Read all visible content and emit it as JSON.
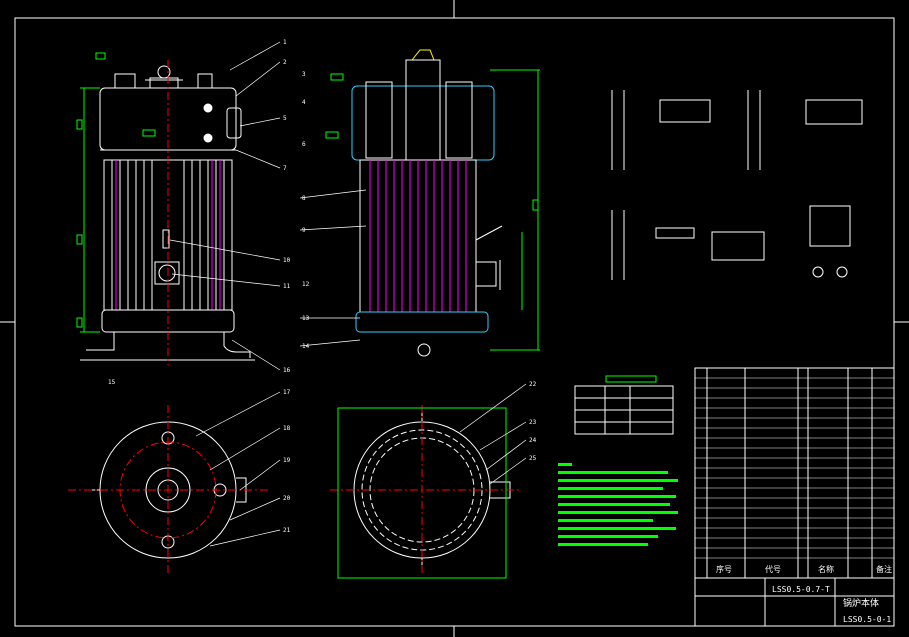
{
  "drawing": {
    "colors": {
      "background": "#000000",
      "line": "#ffffff",
      "dimension": "#00ff00",
      "centerline": "#ff0000",
      "hidden": "#ff00ff",
      "outline": "#33ccff",
      "fill": "#ffff00"
    },
    "balloons": [
      "1",
      "2",
      "3",
      "4",
      "5",
      "6",
      "7",
      "8",
      "9",
      "10",
      "11",
      "12",
      "13",
      "14",
      "15",
      "16",
      "17",
      "18",
      "19",
      "20",
      "21",
      "22",
      "23",
      "24",
      "25"
    ],
    "title_block": {
      "header_left": "序号",
      "header_mid": "代号",
      "header_name": "名称",
      "header_right": "备注",
      "drawing_no": "LSS0.5-0.7-T",
      "title": "锅炉本体",
      "sheet_no": "LSS0.5-0-1"
    }
  }
}
